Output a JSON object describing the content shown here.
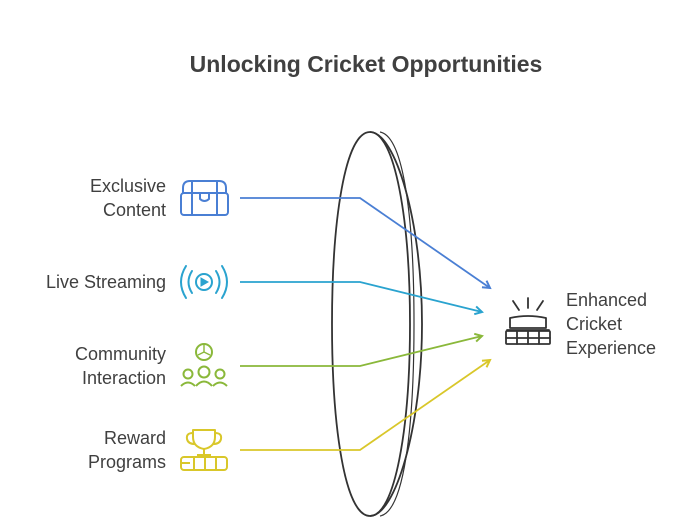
{
  "title": "Unlocking Cricket Opportunities",
  "inputs": [
    {
      "line1": "Exclusive",
      "line2": "Content",
      "icon": "treasure-chest-icon",
      "color": "#4a7fd4"
    },
    {
      "line1": "Live Streaming",
      "line2": "",
      "icon": "live-stream-icon",
      "color": "#2aa3cf"
    },
    {
      "line1": "Community",
      "line2": "Interaction",
      "icon": "community-icon",
      "color": "#8ab83a"
    },
    {
      "line1": "Reward",
      "line2": "Programs",
      "icon": "trophy-icon",
      "color": "#d9c72a"
    }
  ],
  "output": {
    "line1": "Enhanced",
    "line2": "Cricket",
    "line3": "Experience",
    "icon": "stadium-icon"
  }
}
